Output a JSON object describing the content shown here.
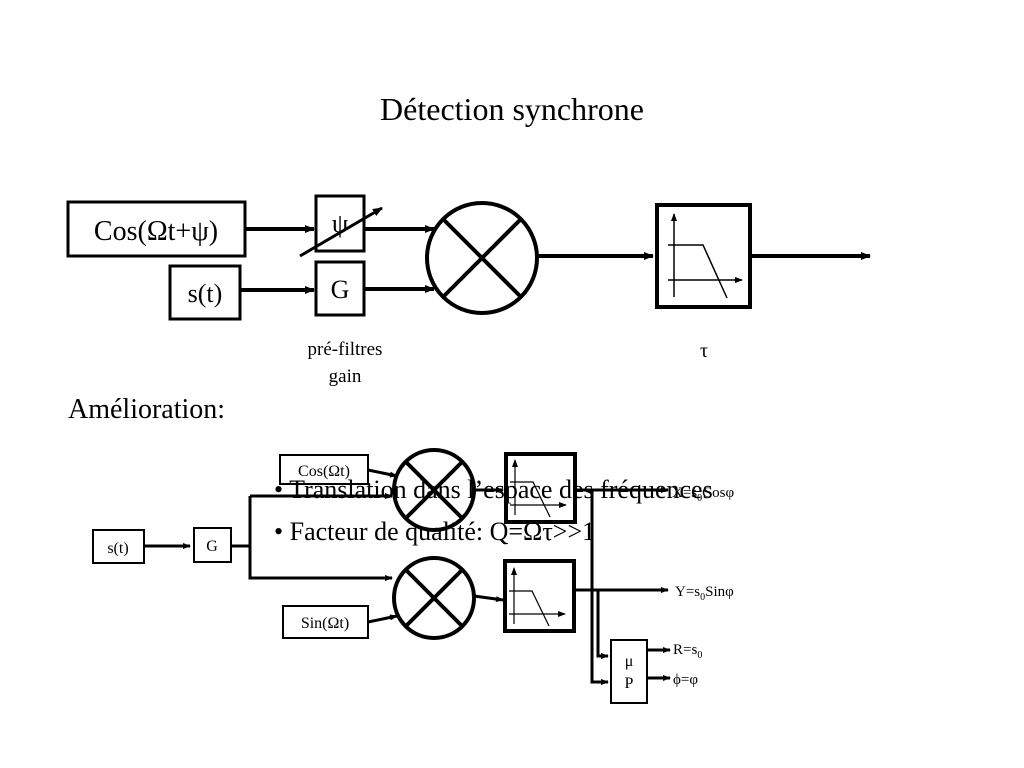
{
  "title": "Détection synchrone",
  "top_diagram": {
    "ref_input": "Cos(Ωt+ψ)",
    "signal_input": "s(t)",
    "phase_block": "ψ",
    "gain_block": "G",
    "prefilter_label_line1": "pré-filtres",
    "prefilter_label_line2": "gain",
    "tau_label": "τ"
  },
  "section_label": "Amélioration:",
  "bottom_diagram": {
    "signal_input": "s(t)",
    "gain_block": "G",
    "cos_ref": "Cos(Ωt)",
    "sin_ref": "Sin(Ωt)",
    "x_output_prefix": "X=s",
    "x_output_sub": "0",
    "x_output_suffix": "Cosφ",
    "y_output_prefix": "Y=s",
    "y_output_sub": "0",
    "y_output_suffix": "Sinφ",
    "mp_line1": "μ",
    "mp_line2": "P",
    "r_output_prefix": "R=s",
    "r_output_sub": "0",
    "phi_output": "ϕ=φ"
  },
  "bullets": [
    "Translation dans l’espace des fréquences",
    "Facteur de qualité: Q=Ωτ>>1"
  ]
}
